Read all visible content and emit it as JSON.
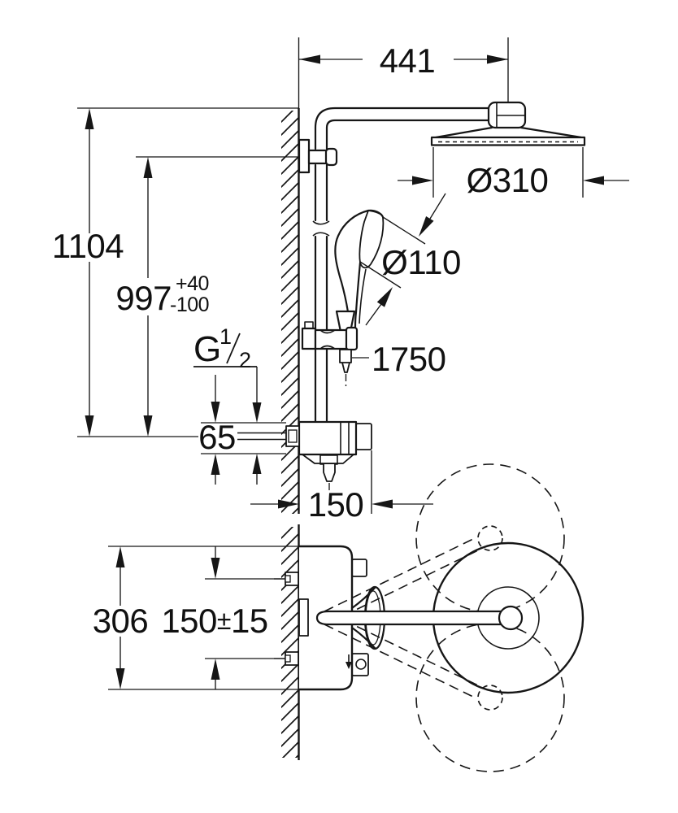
{
  "drawing": {
    "dims": {
      "arm_projection": "441",
      "head_dia": "Ø310",
      "hand_dia": "Ø110",
      "hose": "1750",
      "height_total": "1104",
      "height_rail": "997",
      "height_rail_tol_plus": "+40",
      "height_rail_tol_minus": "-100",
      "thread_letter": "G",
      "thread_num": "1",
      "thread_den": "2",
      "body_height": "65",
      "depth": "150",
      "width_306": "306",
      "center_150": "150",
      "center_pm": "±",
      "center_tol": "15"
    }
  }
}
